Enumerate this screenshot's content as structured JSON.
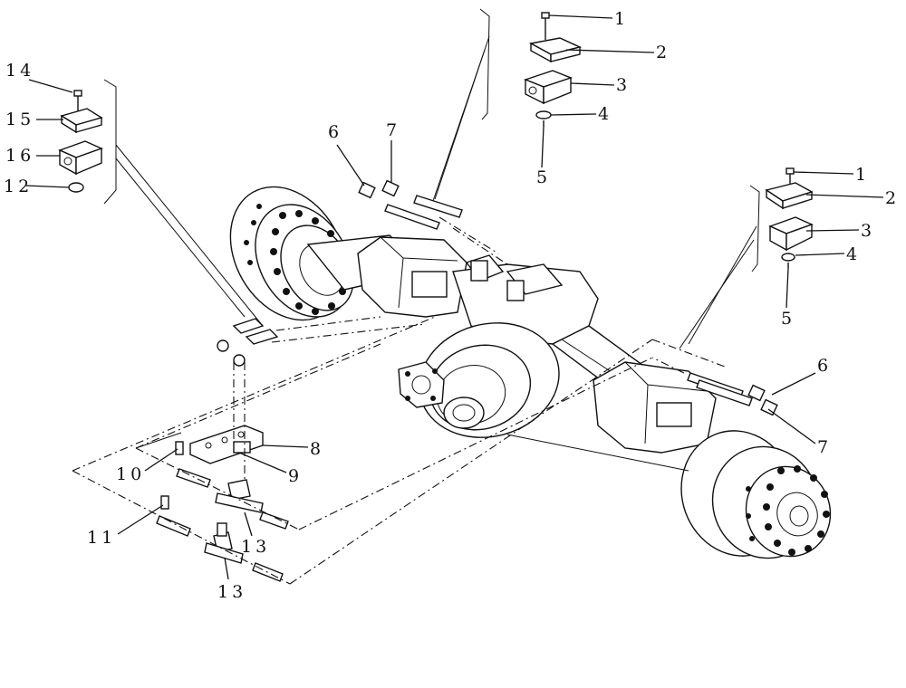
{
  "diagram": {
    "callouts": [
      {
        "id": "c1a",
        "label": "1"
      },
      {
        "id": "c2a",
        "label": "2"
      },
      {
        "id": "c3a",
        "label": "3"
      },
      {
        "id": "c4a",
        "label": "4"
      },
      {
        "id": "c5a",
        "label": "5"
      },
      {
        "id": "c6a",
        "label": "6"
      },
      {
        "id": "c7a",
        "label": "7"
      },
      {
        "id": "c1b",
        "label": "1"
      },
      {
        "id": "c2b",
        "label": "2"
      },
      {
        "id": "c3b",
        "label": "3"
      },
      {
        "id": "c4b",
        "label": "4"
      },
      {
        "id": "c5b",
        "label": "5"
      },
      {
        "id": "c6b",
        "label": "6"
      },
      {
        "id": "c7b",
        "label": "7"
      },
      {
        "id": "c8",
        "label": "8"
      },
      {
        "id": "c9",
        "label": "9"
      },
      {
        "id": "c10",
        "label": "10"
      },
      {
        "id": "c11",
        "label": "11"
      },
      {
        "id": "c12",
        "label": "12"
      },
      {
        "id": "c13a",
        "label": "13"
      },
      {
        "id": "c13b",
        "label": "13"
      },
      {
        "id": "c14",
        "label": "14"
      },
      {
        "id": "c15",
        "label": "15"
      },
      {
        "id": "c16",
        "label": "16"
      }
    ]
  }
}
